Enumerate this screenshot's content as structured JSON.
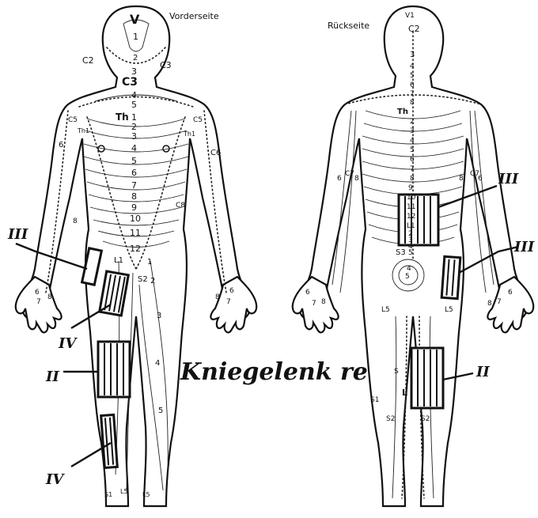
{
  "headings": {
    "front": "Vorderseite",
    "back": "Rückseite"
  },
  "caption": "Kniegelenk re",
  "front": {
    "head": [
      "V",
      "1",
      "2",
      "3"
    ],
    "cervical": [
      "C2",
      "C3",
      "C3",
      "4",
      "5"
    ],
    "thoracic": [
      "Th",
      "1",
      "2",
      "3",
      "4",
      "5",
      "6",
      "7",
      "8",
      "9",
      "10",
      "11",
      "12"
    ],
    "lumbar": [
      "L1",
      "1",
      "2",
      "S2",
      "3",
      "4",
      "5"
    ],
    "arm_left": [
      "C5",
      "Th1",
      "6",
      "8",
      "6",
      "7",
      "8"
    ],
    "arm_right": [
      "C5",
      "Th1",
      "C6",
      "C8",
      "8",
      "7",
      "6"
    ],
    "feet": [
      "S1",
      "L5",
      "L5"
    ],
    "zones": [
      "III",
      "IV",
      "II",
      "IV"
    ]
  },
  "back": {
    "spine": [
      "V1",
      "C2",
      "3",
      "4",
      "5",
      "6",
      "7",
      "8",
      "Th",
      "2",
      "3",
      "4",
      "5",
      "6",
      "7",
      "8",
      "9",
      "10",
      "11",
      "12",
      "L1",
      "2",
      "3",
      "4",
      "5",
      "S3",
      "4",
      "5"
    ],
    "arm_left": [
      "C7",
      "6",
      "8",
      "6",
      "7",
      "8"
    ],
    "arm_right": [
      "C7",
      "8",
      "6",
      "8",
      "7",
      "6"
    ],
    "legs": [
      "L5",
      "L5",
      "S1",
      "S2",
      "S2",
      "S",
      "L"
    ],
    "zones": [
      "III",
      "III",
      "II"
    ]
  },
  "colors": {
    "ink": "#111111",
    "paper": "#ffffff"
  }
}
